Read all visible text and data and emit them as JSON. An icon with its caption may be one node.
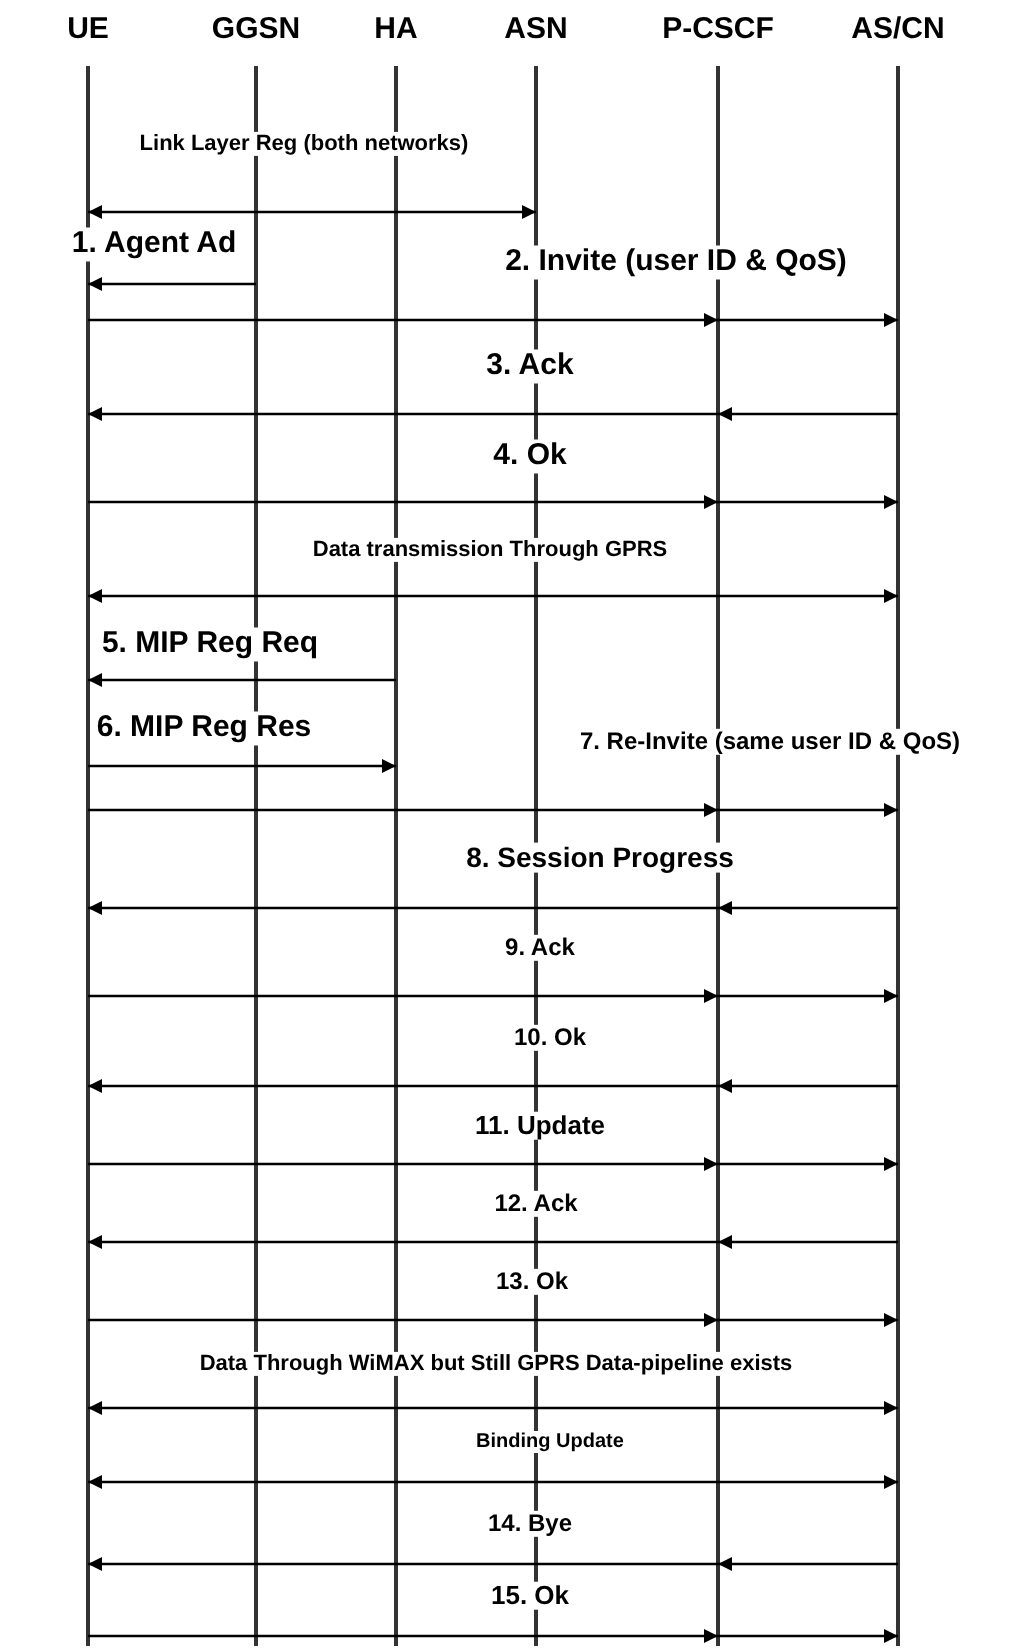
{
  "diagram": {
    "nodes": [
      {
        "text": [
          "UE"
        ]
      },
      {
        "text": [
          "GGSN"
        ]
      },
      {
        "text": [
          "HA"
        ]
      },
      {
        "text": [
          "ASN"
        ]
      },
      {
        "text": [
          "P-CSCF"
        ]
      },
      {
        "text": [
          "AS/CN"
        ]
      }
    ],
    "edges": [
      {
        "from": 0,
        "to": 3,
        "arrow": "both",
        "label": "Link Layer Reg (both networks)"
      },
      {
        "from": 1,
        "to": 0,
        "arrow": "to",
        "label": "1. Agent Ad"
      },
      {
        "from": 0,
        "to": 4,
        "arrow": "to",
        "label": "2. Invite (user ID & QoS)"
      },
      {
        "from": 4,
        "to": 5,
        "arrow": "to"
      },
      {
        "from": 5,
        "to": 4,
        "arrow": "to"
      },
      {
        "from": 4,
        "to": 0,
        "arrow": "to",
        "label": "3. Ack"
      },
      {
        "from": 0,
        "to": 4,
        "arrow": "to",
        "label": "4. Ok"
      },
      {
        "from": 4,
        "to": 5,
        "arrow": "to"
      },
      {
        "from": 0,
        "to": 5,
        "arrow": "both",
        "label": "Data transmission Through GPRS"
      },
      {
        "from": 2,
        "to": 0,
        "arrow": "to",
        "label": "5. MIP Reg Req"
      },
      {
        "from": 0,
        "to": 2,
        "arrow": "to",
        "label": "6. MIP Reg Res"
      },
      {
        "from": 0,
        "to": 4,
        "arrow": "to",
        "label": "7. Re-Invite (same user ID & QoS)"
      },
      {
        "from": 4,
        "to": 5,
        "arrow": "to"
      },
      {
        "from": 5,
        "to": 4,
        "arrow": "to"
      },
      {
        "from": 4,
        "to": 0,
        "arrow": "to",
        "label": "8. Session Progress"
      },
      {
        "from": 0,
        "to": 4,
        "arrow": "to",
        "label": "9. Ack"
      },
      {
        "from": 4,
        "to": 5,
        "arrow": "to"
      },
      {
        "from": 5,
        "to": 4,
        "arrow": "to"
      },
      {
        "from": 4,
        "to": 0,
        "arrow": "to",
        "label": "10. Ok"
      },
      {
        "from": 0,
        "to": 4,
        "arrow": "to",
        "label": "11. Update"
      },
      {
        "from": 4,
        "to": 5,
        "arrow": "to"
      },
      {
        "from": 5,
        "to": 4,
        "arrow": "to"
      },
      {
        "from": 4,
        "to": 0,
        "arrow": "to",
        "label": "12. Ack"
      },
      {
        "from": 0,
        "to": 4,
        "arrow": "to",
        "label": "13. Ok"
      },
      {
        "from": 4,
        "to": 5,
        "arrow": "to"
      },
      {
        "from": 0,
        "to": 5,
        "arrow": "both",
        "label": "Data Through WiMAX but Still GPRS Data-pipeline exists"
      },
      {
        "from": 0,
        "to": 5,
        "arrow": "both",
        "label": "Binding Update"
      },
      {
        "from": 5,
        "to": 4,
        "arrow": "to"
      },
      {
        "from": 4,
        "to": 0,
        "arrow": "to",
        "label": "14. Bye"
      },
      {
        "from": 0,
        "to": 4,
        "arrow": "to",
        "label": "15. Ok"
      },
      {
        "from": 4,
        "to": 5,
        "arrow": "to"
      }
    ]
  }
}
